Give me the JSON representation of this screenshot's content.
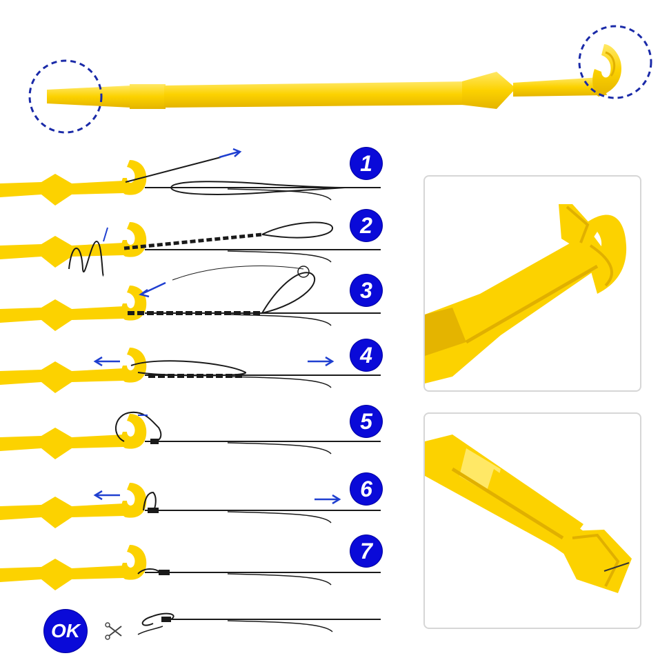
{
  "colors": {
    "tool": "#fcd200",
    "tool_shadow": "#e0b000",
    "tool_highlight": "#ffe866",
    "line": "#1a1a1a",
    "arrow": "#1f3fd0",
    "badge": "#0a0ad8",
    "dashed_circle": "#1a2aa8",
    "panel_border": "#d6d6d6"
  },
  "icons": {
    "scissors": "scissors-icon",
    "arrow": "arrow-icon"
  },
  "steps": [
    {
      "label": "1"
    },
    {
      "label": "2"
    },
    {
      "label": "3"
    },
    {
      "label": "4"
    },
    {
      "label": "5"
    },
    {
      "label": "6"
    },
    {
      "label": "7"
    }
  ],
  "final_step": {
    "label": "OK"
  }
}
